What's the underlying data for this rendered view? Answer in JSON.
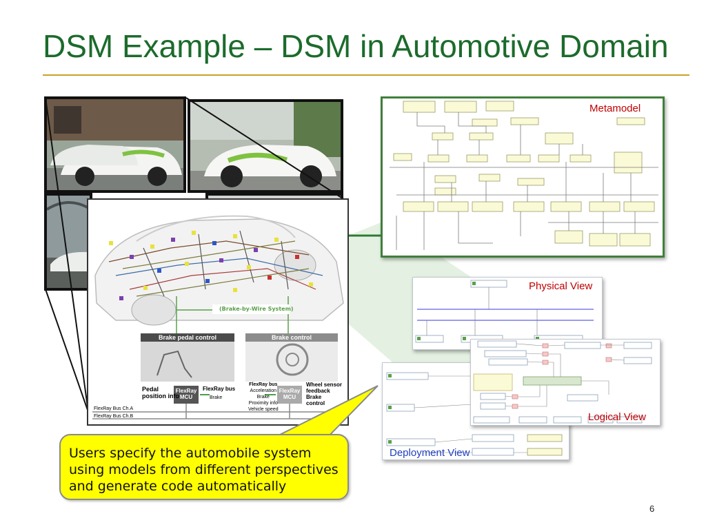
{
  "slide": {
    "title": "DSM Example – DSM in Automotive Domain",
    "page_number": "6"
  },
  "views": {
    "metamodel_label": "Metamodel",
    "physical_label": "Physical View",
    "logical_label": "Logical View",
    "deployment_label": "Deployment View"
  },
  "car_diagram": {
    "system_label": "(Brake-by-Wire System)",
    "brake_pedal_control": "Brake pedal control",
    "brake_control": "Brake control",
    "pedal_position_info": "Pedal",
    "pedal_position_info_2": "position info",
    "flexray_bus_left": "FlexRay bus",
    "flexray_mcu_left": "FlexRay",
    "flexray_mcu_left_2": "MCU",
    "brake_left": "Brake",
    "flexray_bus_right": "FlexRay bus",
    "acceleration": "Acceleration",
    "brake_right": "Brake",
    "proximity_info": "Proximity info",
    "vehicle_speed": "Vehicle speed",
    "flexray_mcu_right": "FlexRay",
    "flexray_mcu_right_2": "MCU",
    "wheel_sensor": "Wheel sensor",
    "feedback": "feedback",
    "brake_control_out": "Brake",
    "brake_control_out_2": "control",
    "bus_a": "FlexRay Bus Ch.A",
    "bus_b": "FlexRay Bus Ch.B"
  },
  "callout": {
    "line1": "Users specify the automobile system",
    "line2": "using models from different perspectives",
    "line3": "and generate code automatically"
  },
  "colors": {
    "title": "#1c6b2c",
    "rule": "#c9a227",
    "metamodel_label": "#c00000",
    "physical_label": "#c00000",
    "logical_label": "#c00000",
    "deployment_label": "#1f3fbf",
    "callout_fill": "#ffff00"
  }
}
